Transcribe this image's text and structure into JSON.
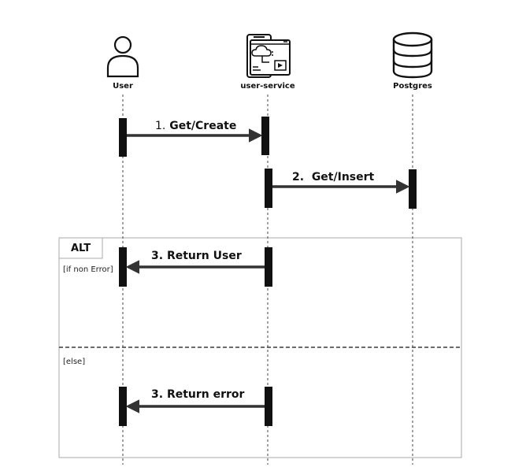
{
  "actors": {
    "user": {
      "label": "User",
      "icon": "person-icon"
    },
    "service": {
      "label": "user-service",
      "icon": "service-icon"
    },
    "db": {
      "label": "Postgres",
      "icon": "database-icon"
    }
  },
  "messages": [
    {
      "number": "1.",
      "text": "Get/Create"
    },
    {
      "number": "2.",
      "text": "Get/Insert"
    },
    {
      "number": "3.",
      "text": "Return User"
    },
    {
      "number": "3.",
      "text": "Return error"
    }
  ],
  "alt": {
    "tag": "ALT",
    "guard_if": "[if non Error]",
    "guard_else": "[else]"
  },
  "colors": {
    "line": "#222222",
    "arrow": "#333333",
    "frame": "#aaaaaa"
  }
}
